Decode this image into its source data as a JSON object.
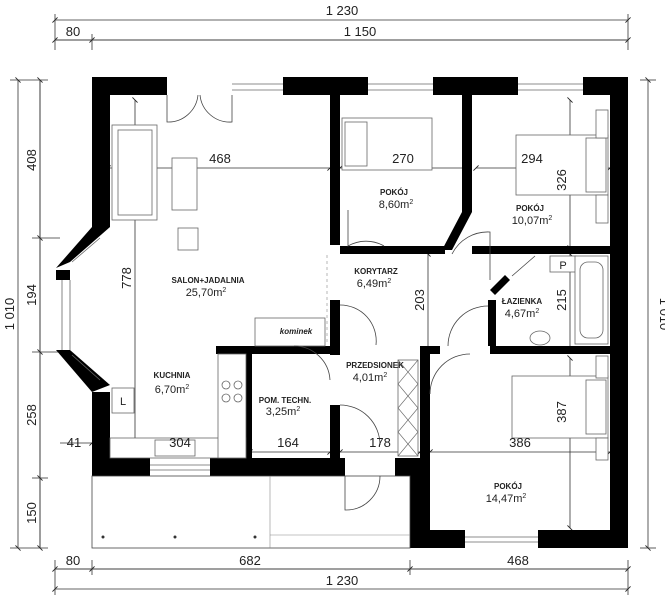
{
  "dimensions": {
    "top_total": "1 230",
    "top_left": "80",
    "top_main": "1 150",
    "bottom_left": "80",
    "bottom_mid": "682",
    "bottom_right": "468",
    "bottom_total": "1 230",
    "left_total": "1 010",
    "left_408": "408",
    "left_194": "194",
    "left_258": "258",
    "left_150": "150",
    "left_41": "41",
    "right_total": "1 010",
    "inner_468": "468",
    "inner_270": "270",
    "inner_294": "294",
    "inner_326": "326",
    "inner_778": "778",
    "inner_203": "203",
    "inner_215": "215",
    "inner_387": "387",
    "inner_304": "304",
    "inner_164": "164",
    "inner_178": "178",
    "inner_386": "386"
  },
  "rooms": {
    "salon_name": "SALON+JADALNIA",
    "salon_area": "25,70m",
    "pokoj1_name": "POKÓJ",
    "pokoj1_area": "8,60m",
    "pokoj2_name": "POKÓJ",
    "pokoj2_area": "10,07m",
    "korytarz_name": "KORYTARZ",
    "korytarz_area": "6,49m",
    "lazienka_name": "ŁAZIENKA",
    "lazienka_area": "4,67m",
    "przedsionek_name": "PRZEDSIONEK",
    "przedsionek_area": "4,01m",
    "kuchnia_name": "KUCHNIA",
    "kuchnia_area": "6,70m",
    "pomtech_name": "POM. TECHN.",
    "pomtech_area": "3,25m",
    "pokoj3_name": "POKÓJ",
    "pokoj3_area": "14,47m",
    "unit_exp": "2"
  },
  "labels": {
    "kominek": "kominek",
    "fridge": "L",
    "shower": "P"
  }
}
